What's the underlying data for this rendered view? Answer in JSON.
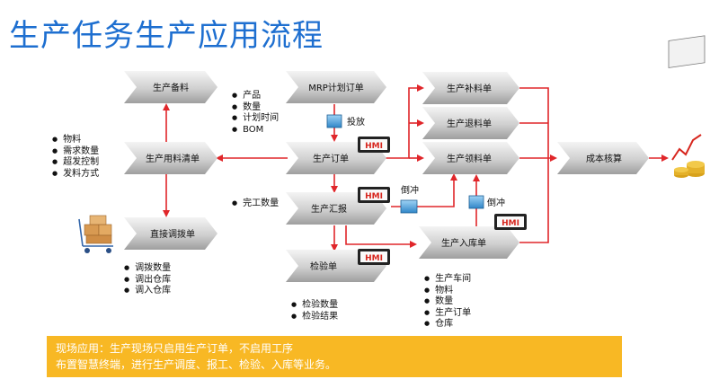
{
  "title": "生产任务生产应用流程",
  "nodes": {
    "prep": "生产备料",
    "material_list": "生产用料清单",
    "transfer": "直接调拨单",
    "mrp": "MRP计划订单",
    "order": "生产订单",
    "report": "生产汇报",
    "inspect": "检验单",
    "supplement": "生产补料单",
    "return": "生产退料单",
    "pick": "生产领料单",
    "warehouse_in": "生产入库单",
    "cost": "成本核算"
  },
  "labels": {
    "release": "投放",
    "backflush1": "倒冲",
    "backflush2": "倒冲",
    "hmi": "HMI",
    "completed_qty": "完工数量"
  },
  "lists": {
    "mrp_items": [
      "产品",
      "数量",
      "计划时间",
      "BOM"
    ],
    "material_items": [
      "物料",
      "需求数量",
      "超发控制",
      "发料方式"
    ],
    "transfer_items": [
      "调拨数量",
      "调出仓库",
      "调入仓库"
    ],
    "inspect_items": [
      "检验数量",
      "检验结果"
    ],
    "warehouse_items": [
      "生产车间",
      "物料",
      "数量",
      "生产订单",
      "仓库"
    ]
  },
  "footer": {
    "line1": "现场应用：生产现场只启用生产订单，不启用工序",
    "line2": "布置智慧终端，进行生产调度、报工、检验、入库等业务。"
  },
  "colors": {
    "title": "#1e6fd0",
    "arrow": "#e0262a",
    "footer": "#f8b824",
    "node": "#d0d0d0"
  },
  "icons": {
    "cart": "cart-boxes-icon",
    "chart": "cost-chart-icon",
    "hmi": "hmi-tablet-icon",
    "release": "release-box-icon"
  }
}
